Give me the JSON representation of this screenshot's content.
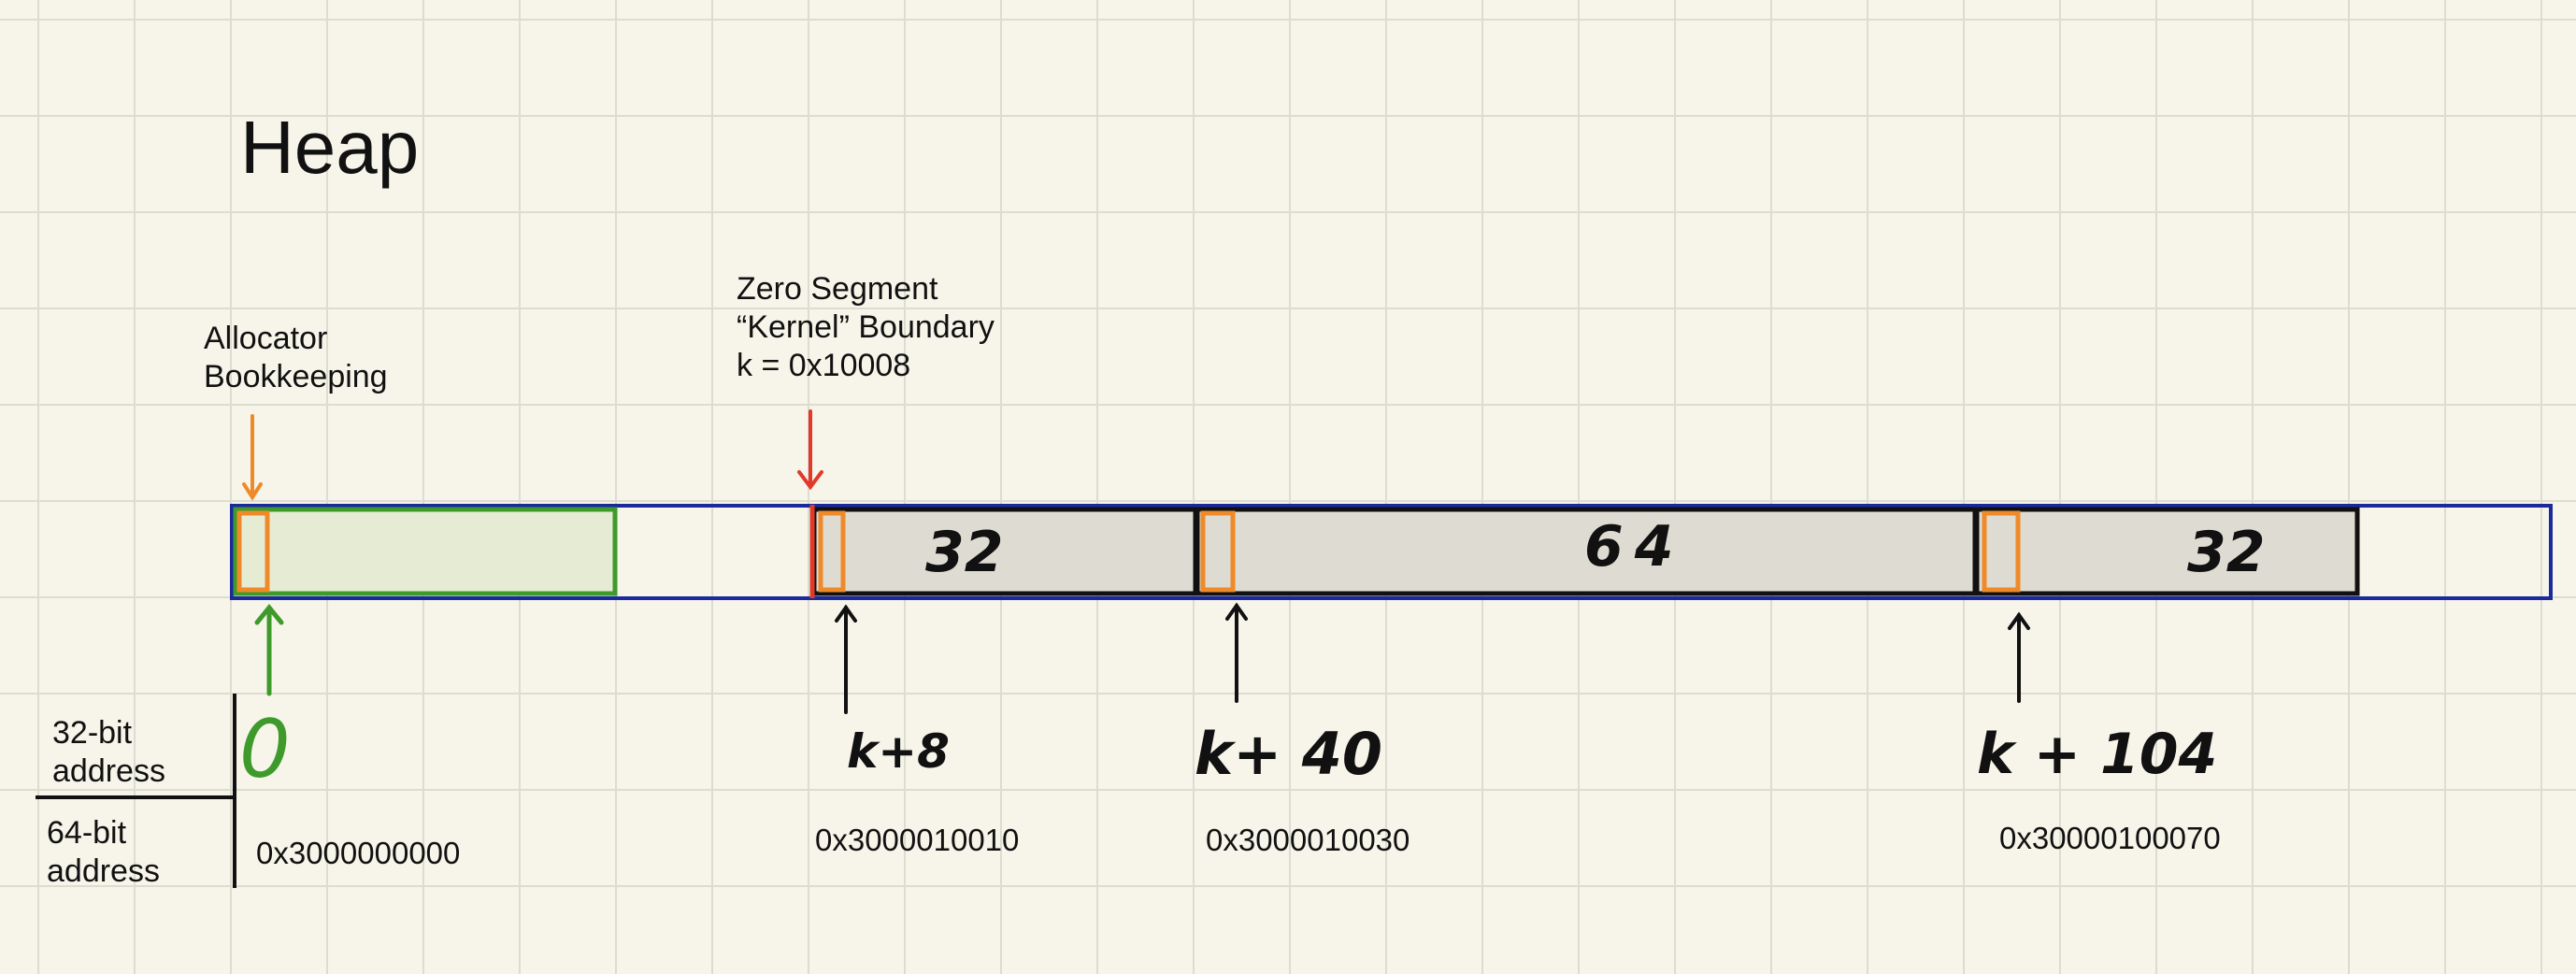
{
  "title": "Heap",
  "annotations": {
    "allocator": "Allocator\nBookkeeping",
    "zero_segment_line1": "Zero Segment",
    "zero_segment_line2": "“Kernel” Boundary",
    "zero_segment_line3": "k = 0x10008"
  },
  "legend": {
    "bits32": "32-bit\naddress",
    "bits64": "64-bit\naddress"
  },
  "blocks": [
    {
      "size_label": "32"
    },
    {
      "size_label": "64"
    },
    {
      "size_label": "32"
    }
  ],
  "pointers": [
    {
      "label32": "0",
      "label64": "0x3000000000"
    },
    {
      "label32": "k+8",
      "label64": "0x3000010010"
    },
    {
      "label32": "k+ 40",
      "label64": "0x3000010030"
    },
    {
      "label32": "k + 104",
      "label64": "0x30000100070"
    }
  ],
  "colors": {
    "heap_outline": "#1a2a9c",
    "bookkeeping": "#ef8a2a",
    "free_region": "#3f9a2c",
    "kernel_boundary": "#e23a2a",
    "block_fill": "#dedcd2"
  }
}
